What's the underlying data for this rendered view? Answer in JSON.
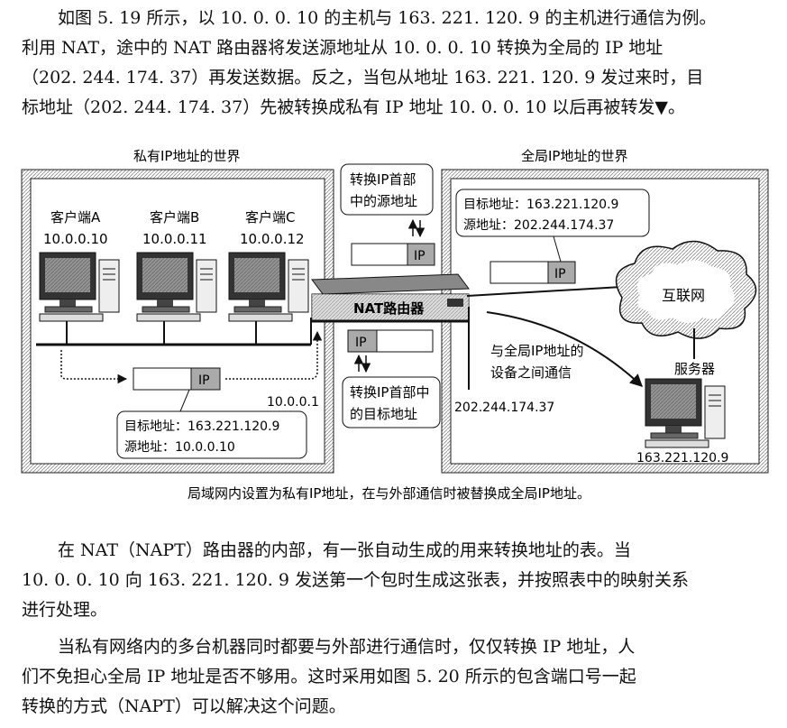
{
  "intro": [
    "如图 5. 19 所示，以 10. 0. 0. 10 的主机与 163. 221. 120. 9 的主机进行通信为例。",
    "利用 NAT，途中的 NAT 路由器将发送源地址从 10. 0. 0. 10 转换为全局的 IP 地址",
    "（202. 244. 174. 37）再发送数据。反之，当包从地址 163. 221. 120. 9 发过来时，目",
    "标地址（202. 244. 174. 37）先被转换成私有 IP 地址 10. 0. 0. 10 以后再被转发▼。"
  ],
  "figure": {
    "private_title": "私有IP地址的世界",
    "global_title": "全局IP地址的世界",
    "clients": [
      {
        "name": "客户端A",
        "ip": "10.0.0.10"
      },
      {
        "name": "客户端B",
        "ip": "10.0.0.11"
      },
      {
        "name": "客户端C",
        "ip": "10.0.0.12"
      }
    ],
    "router_label": "NAT路由器",
    "callout_src_1": "转换IP首部",
    "callout_src_2": "中的源地址",
    "callout_dst_1": "转换IP首部中",
    "callout_dst_2": "的目标地址",
    "ip_tag": "IP",
    "packet_private_dst": "目标地址：163.221.120.9",
    "packet_private_src": "源地址：10.0.0.10",
    "packet_global_dst": "目标地址：163.221.120.9",
    "packet_global_src": "源地址：202.244.174.37",
    "internet_label": "互联网",
    "server_label": "服务器",
    "server_ip": "163.221.120.9",
    "router_inner_ip": "10.0.0.1",
    "router_outer_ip": "202.244.174.37",
    "global_comm_1": "与全局IP地址的",
    "global_comm_2": "设备之间通信",
    "caption": "局域网内设置为私有IP地址，在与外部通信时被替换成全局IP地址。"
  },
  "para2": [
    "在 NAT（NAPT）路由器的内部，有一张自动生成的用来转换地址的表。当",
    "10. 0. 0. 10 向 163. 221. 120. 9 发送第一个包时生成这张表，并按照表中的映射关系",
    "进行处理。"
  ],
  "para3": [
    "当私有网络内的多台机器同时都要与外部进行通信时，仅仅转换 IP 地址，人",
    "们不免担心全局 IP 地址是否不够用。这时采用如图 5. 20 所示的包含端口号一起",
    "转换的方式（NAPT）可以解决这个问题。"
  ]
}
